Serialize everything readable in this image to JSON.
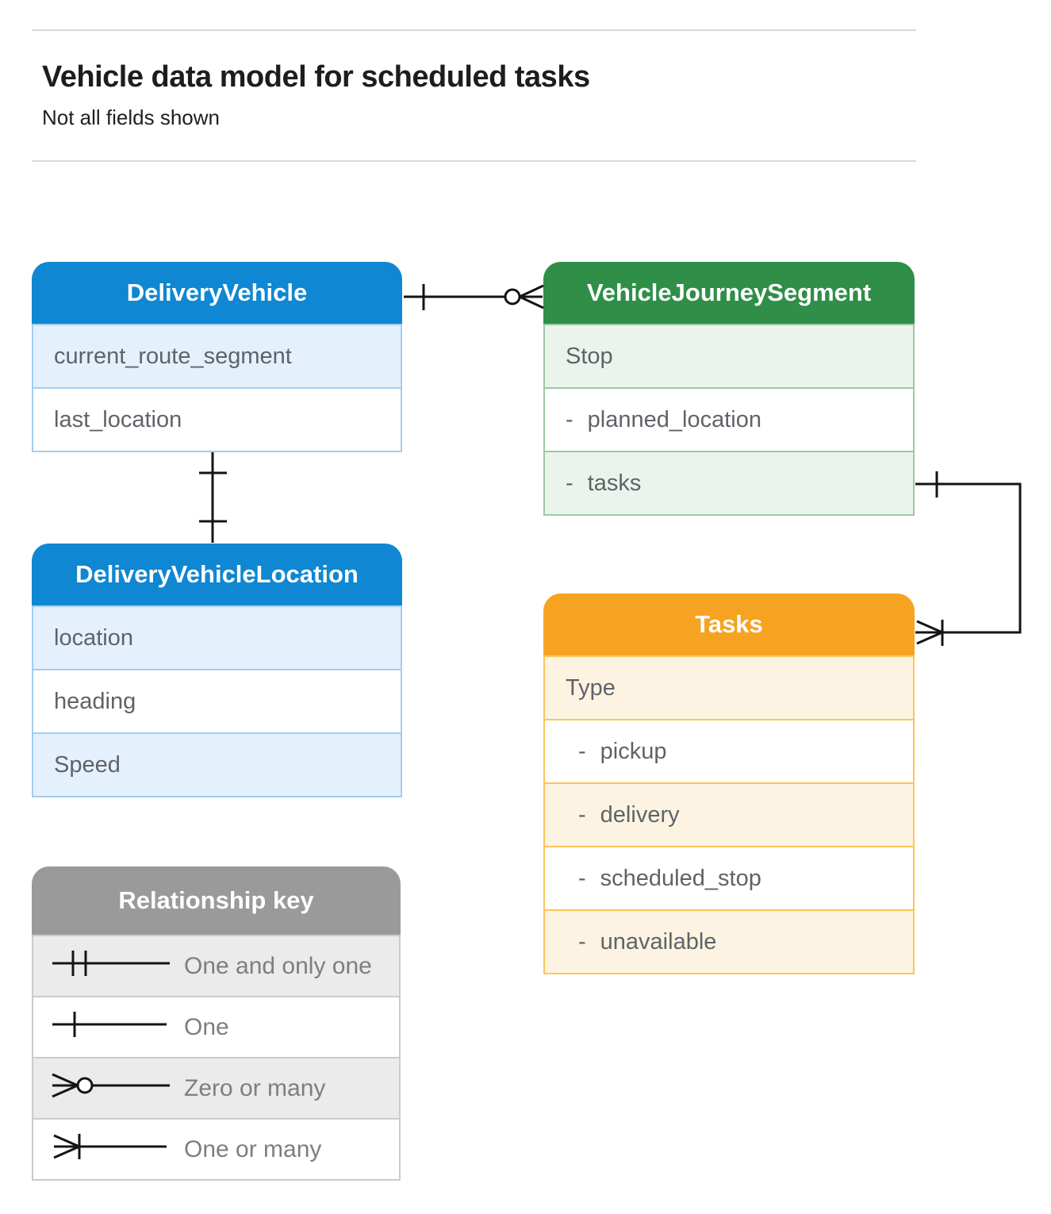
{
  "page": {
    "title": "Vehicle data model for scheduled tasks",
    "subtitle": "Not all fields shown"
  },
  "entities": [
    {
      "id": "delivery-vehicle",
      "title": "DeliveryVehicle",
      "theme": "blue",
      "rows": [
        {
          "label": "current_route_segment"
        },
        {
          "label": "last_location"
        }
      ]
    },
    {
      "id": "vehicle-journey-segment",
      "title": "VehicleJourneySegment",
      "theme": "green",
      "rows": [
        {
          "label": "Stop"
        },
        {
          "dash": "-",
          "label": "planned_location"
        },
        {
          "dash": "-",
          "label": "tasks"
        }
      ]
    },
    {
      "id": "delivery-vehicle-location",
      "title": "DeliveryVehicleLocation",
      "theme": "blue",
      "rows": [
        {
          "label": "location"
        },
        {
          "label": "heading"
        },
        {
          "label": "Speed"
        }
      ]
    },
    {
      "id": "tasks",
      "title": "Tasks",
      "theme": "orange",
      "rows": [
        {
          "label": "Type"
        },
        {
          "dash": "-",
          "label": "pickup"
        },
        {
          "dash": "-",
          "label": "delivery"
        },
        {
          "dash": "-",
          "label": "scheduled_stop"
        },
        {
          "dash": "-",
          "label": "unavailable"
        }
      ]
    }
  ],
  "legend": {
    "title": "Relationship key",
    "items": [
      {
        "symbol": "one-and-only-one",
        "label": "One and only one"
      },
      {
        "symbol": "one",
        "label": "One"
      },
      {
        "symbol": "zero-or-many",
        "label": "Zero or many"
      },
      {
        "symbol": "one-or-many",
        "label": "One or many"
      }
    ]
  },
  "relationships": [
    {
      "from": "DeliveryVehicle",
      "from_cardinality": "one",
      "to": "VehicleJourneySegment",
      "to_cardinality": "zero-or-many"
    },
    {
      "from": "DeliveryVehicle",
      "from_cardinality": "one",
      "to": "DeliveryVehicleLocation",
      "to_cardinality": "one"
    },
    {
      "from": "VehicleJourneySegment.tasks",
      "from_cardinality": "one",
      "to": "Tasks",
      "to_cardinality": "one-or-many"
    }
  ],
  "colors": {
    "blue_header": "#0f87d2",
    "blue_tint": "#e4f0fb",
    "blue_border": "#a3cdf2",
    "green_header": "#2f8e47",
    "green_tint": "#eaf4ec",
    "green_border": "#9cc8a5",
    "orange_header": "#f6a321",
    "orange_tint": "#fdf3e2",
    "orange_border": "#fbc55b",
    "gray_header": "#9a9a9a",
    "gray_tint": "#ebebeb",
    "row_text": "#5f6368",
    "connector": "#141414",
    "rule": "#d9d9d9"
  }
}
